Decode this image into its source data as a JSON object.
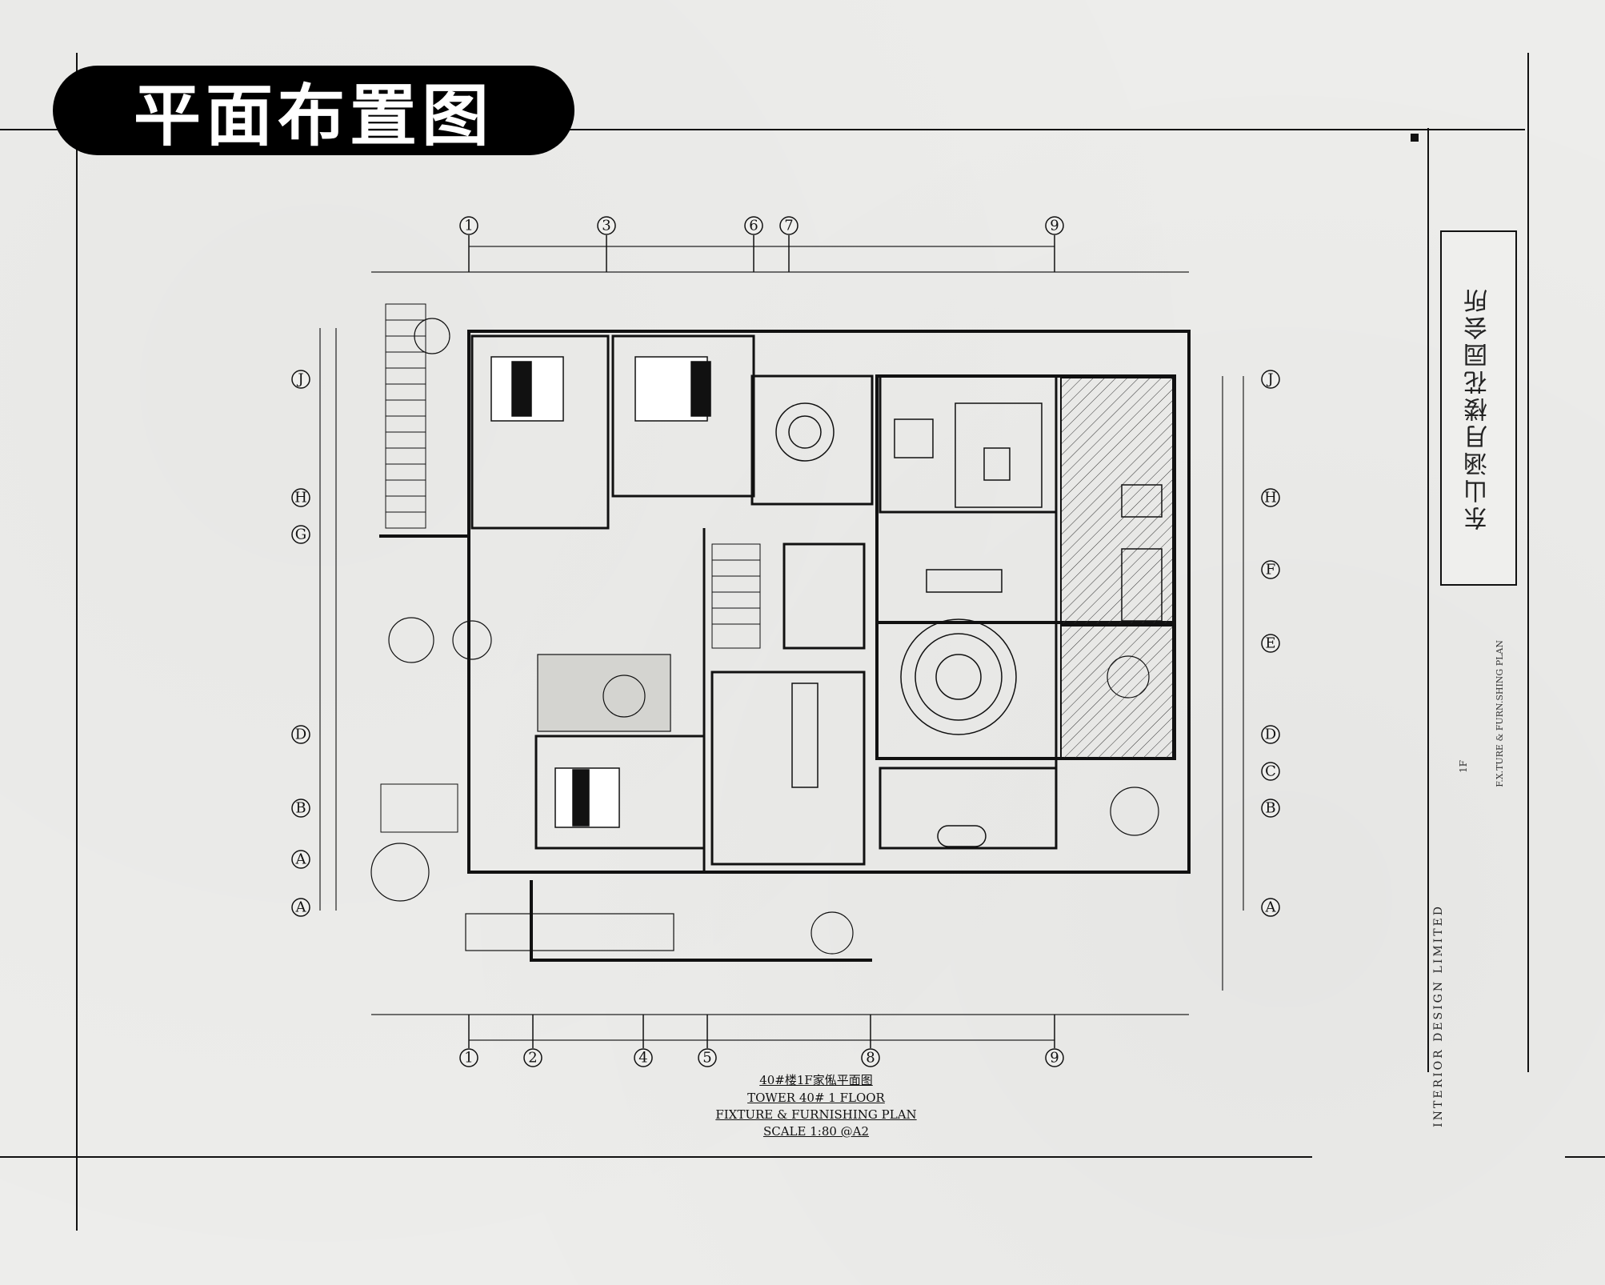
{
  "header": {
    "title": "平面布置图"
  },
  "plan": {
    "title_cn": "40#楼1F家俬平面图",
    "title_en_1": "TOWER 40# 1 FLOOR",
    "title_en_2": "FIXTURE & FURNISHING PLAN",
    "scale": "SCALE 1:80 @A2"
  },
  "title_block": {
    "project_name": "东山涵月楼花园会所",
    "firm": "INTERIOR DESIGN LIMITED",
    "sheet_label": "1F",
    "sheet_title": "F.X.TURE & FURN.SHING PLAN"
  },
  "grid_axes": {
    "top": [
      "1",
      "3",
      "6",
      "7",
      "9"
    ],
    "bottom": [
      "1",
      "2",
      "4",
      "5",
      "8",
      "9"
    ],
    "left": [
      "J",
      "H",
      "G",
      "D",
      "B",
      "A",
      "A"
    ],
    "right": [
      "J",
      "H",
      "F",
      "E",
      "D",
      "C",
      "B",
      "A"
    ]
  }
}
